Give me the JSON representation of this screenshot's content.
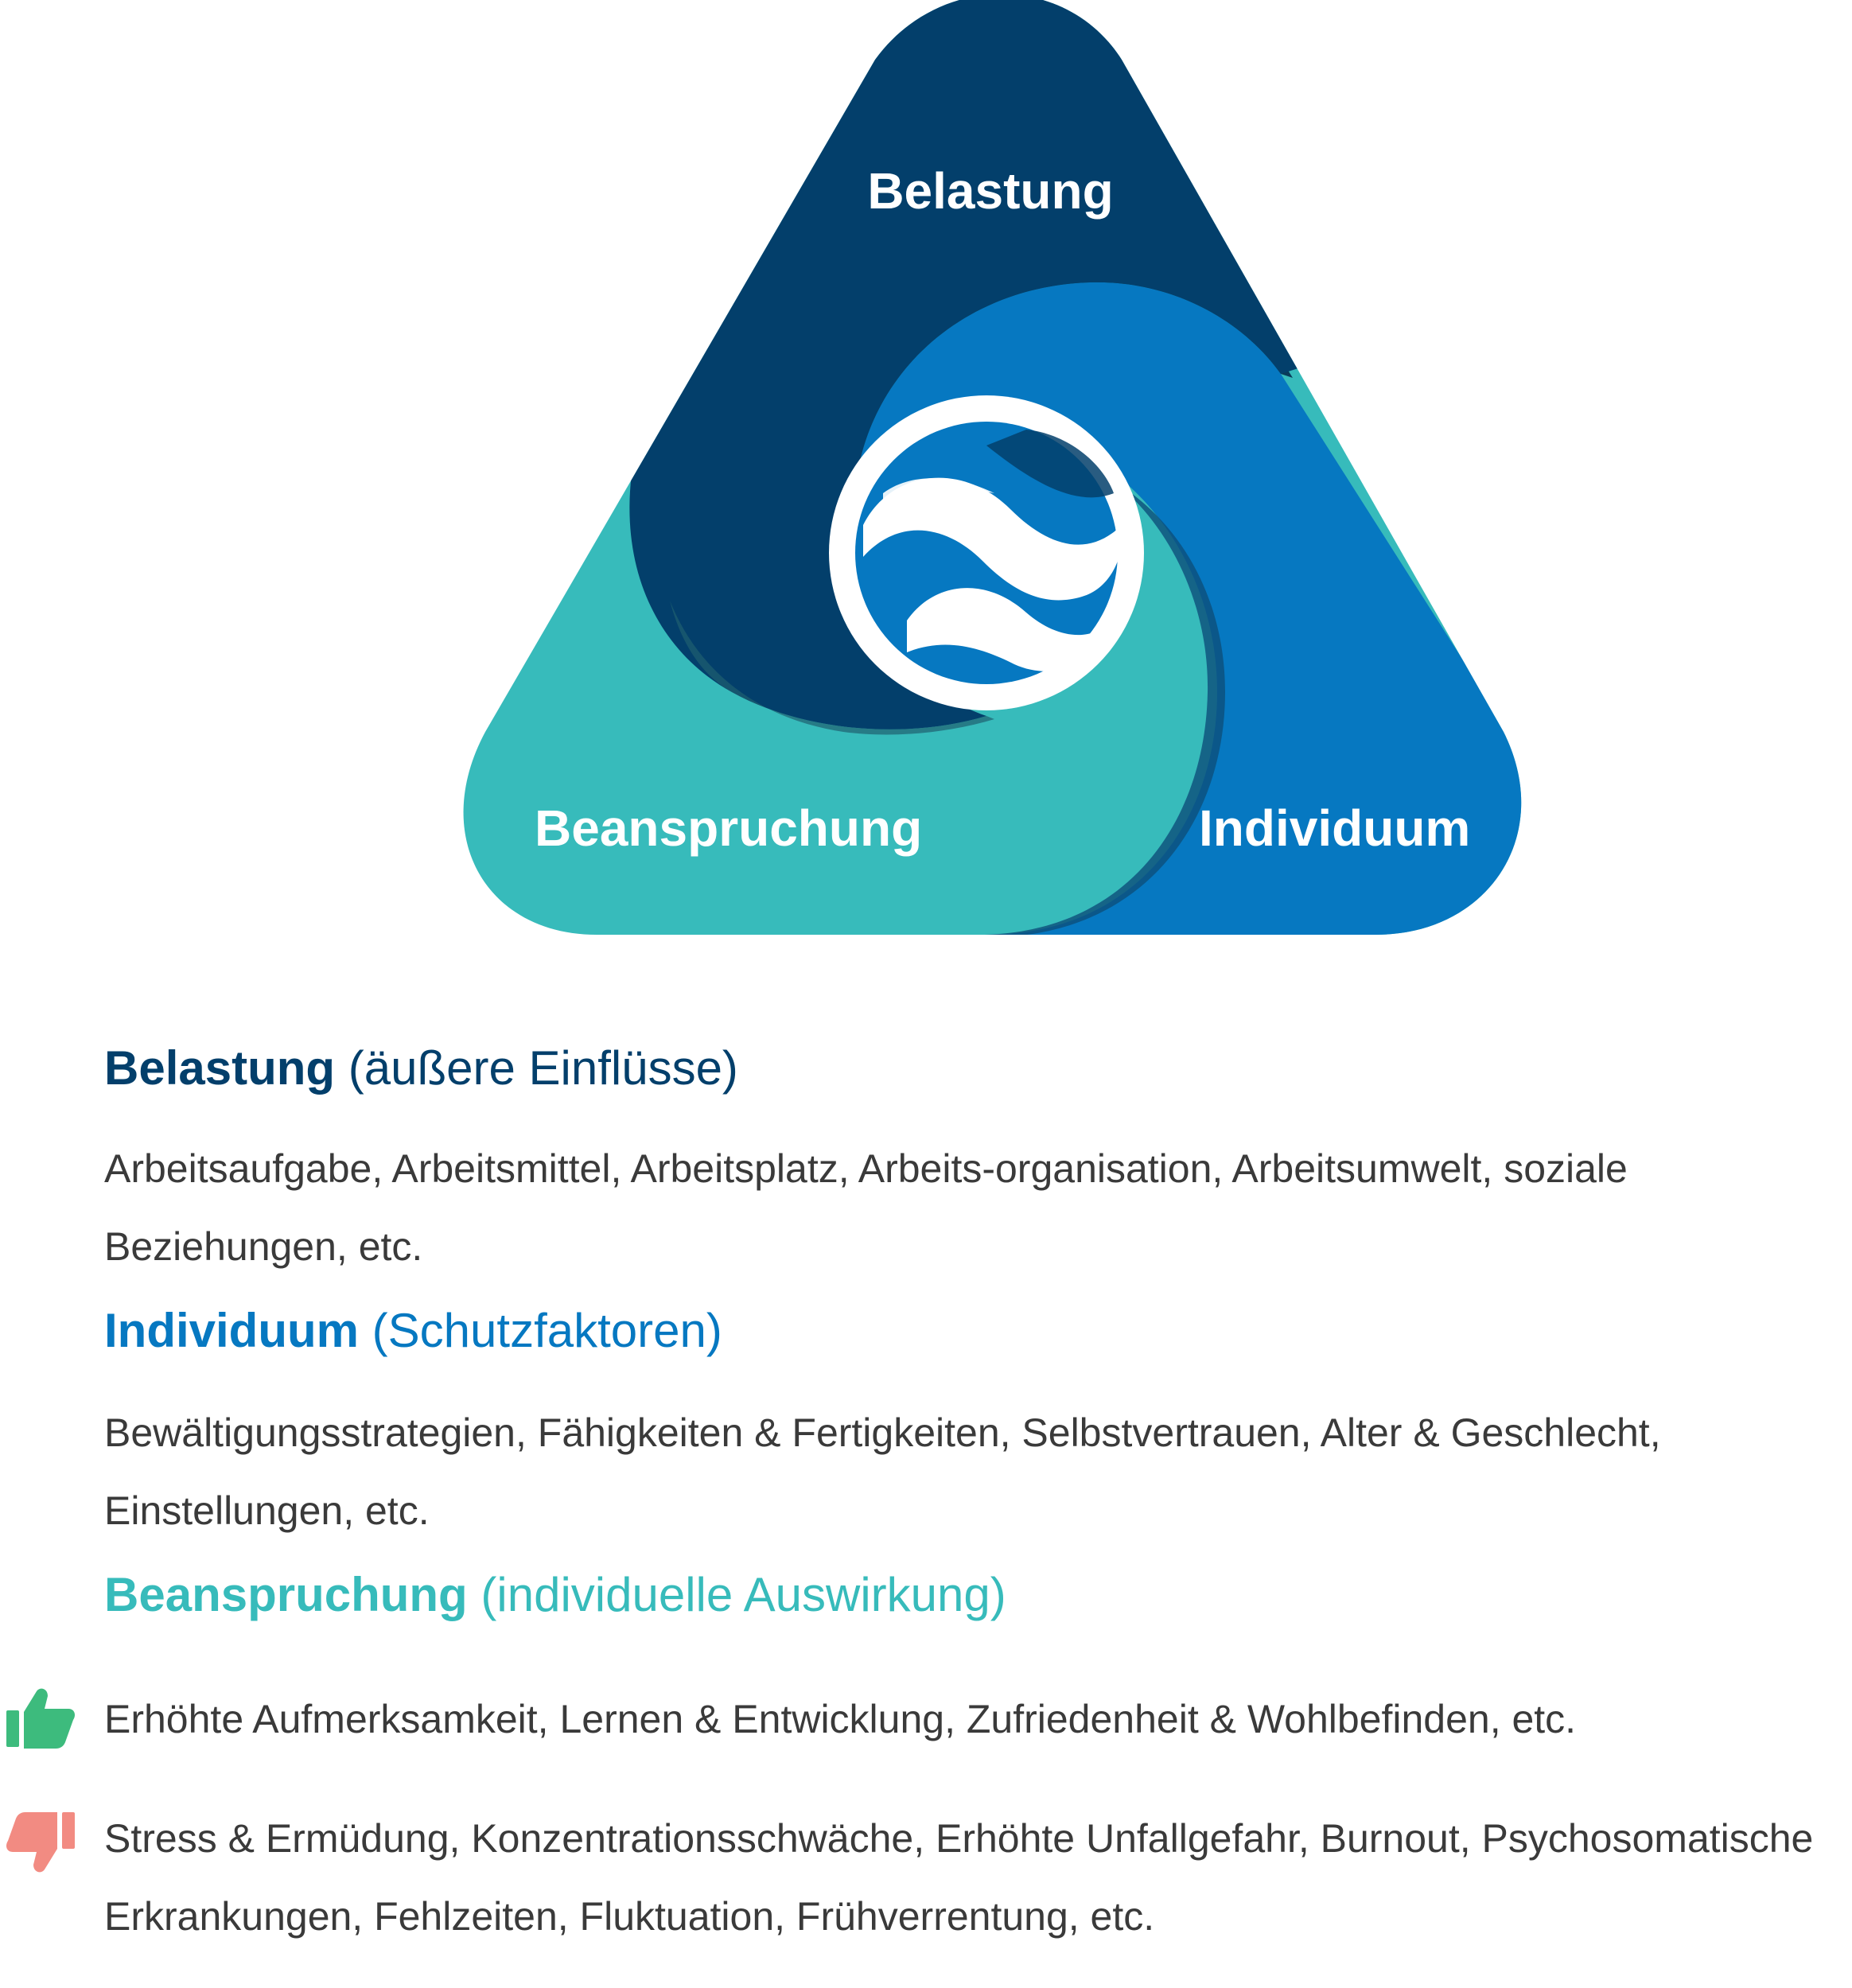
{
  "diagram": {
    "labels": {
      "top": "Belastung",
      "left": "Beanspruchung",
      "right": "Individuum"
    },
    "colors": {
      "belastung": "#033f6b",
      "individuum": "#0678c1",
      "beanspruchung": "#37bbbb"
    }
  },
  "sections": {
    "belastung": {
      "title": "Belastung",
      "subtitle": "(äußere Einflüsse)",
      "body": "Arbeitsaufgabe, Arbeitsmittel, Arbeitsplatz, Arbeits-organisation, Arbeitsumwelt, soziale Beziehungen, etc."
    },
    "individuum": {
      "title": "Individuum",
      "subtitle": "(Schutzfaktoren)",
      "body": "Bewältigungsstrategien, Fähigkeiten & Fertigkeiten, Selbstvertrauen, Alter & Geschlecht, Einstellungen, etc."
    },
    "beanspruchung": {
      "title": "Beanspruchung",
      "subtitle": "(individuelle Auswirkung)",
      "positive": "Erhöhte Aufmerksamkeit, Lernen & Entwicklung, Zufriedenheit & Wohlbefinden, etc.",
      "negative": "Stress & Ermüdung, Konzentrationsschwäche, Erhöhte Unfallgefahr, Burnout, Psychosomatische Erkrankungen, Fehlzeiten, Fluktuation, Frühverrentung, etc."
    }
  },
  "icons": {
    "positive": "thumbs-up-icon",
    "negative": "thumbs-down-icon",
    "positive_color": "#3dbb7d",
    "negative_color": "#f28b82"
  },
  "text_colors": {
    "belastung": "#033f6b",
    "individuum": "#0678c1",
    "beanspruchung": "#37bbbb",
    "body": "#3a3a3a"
  }
}
